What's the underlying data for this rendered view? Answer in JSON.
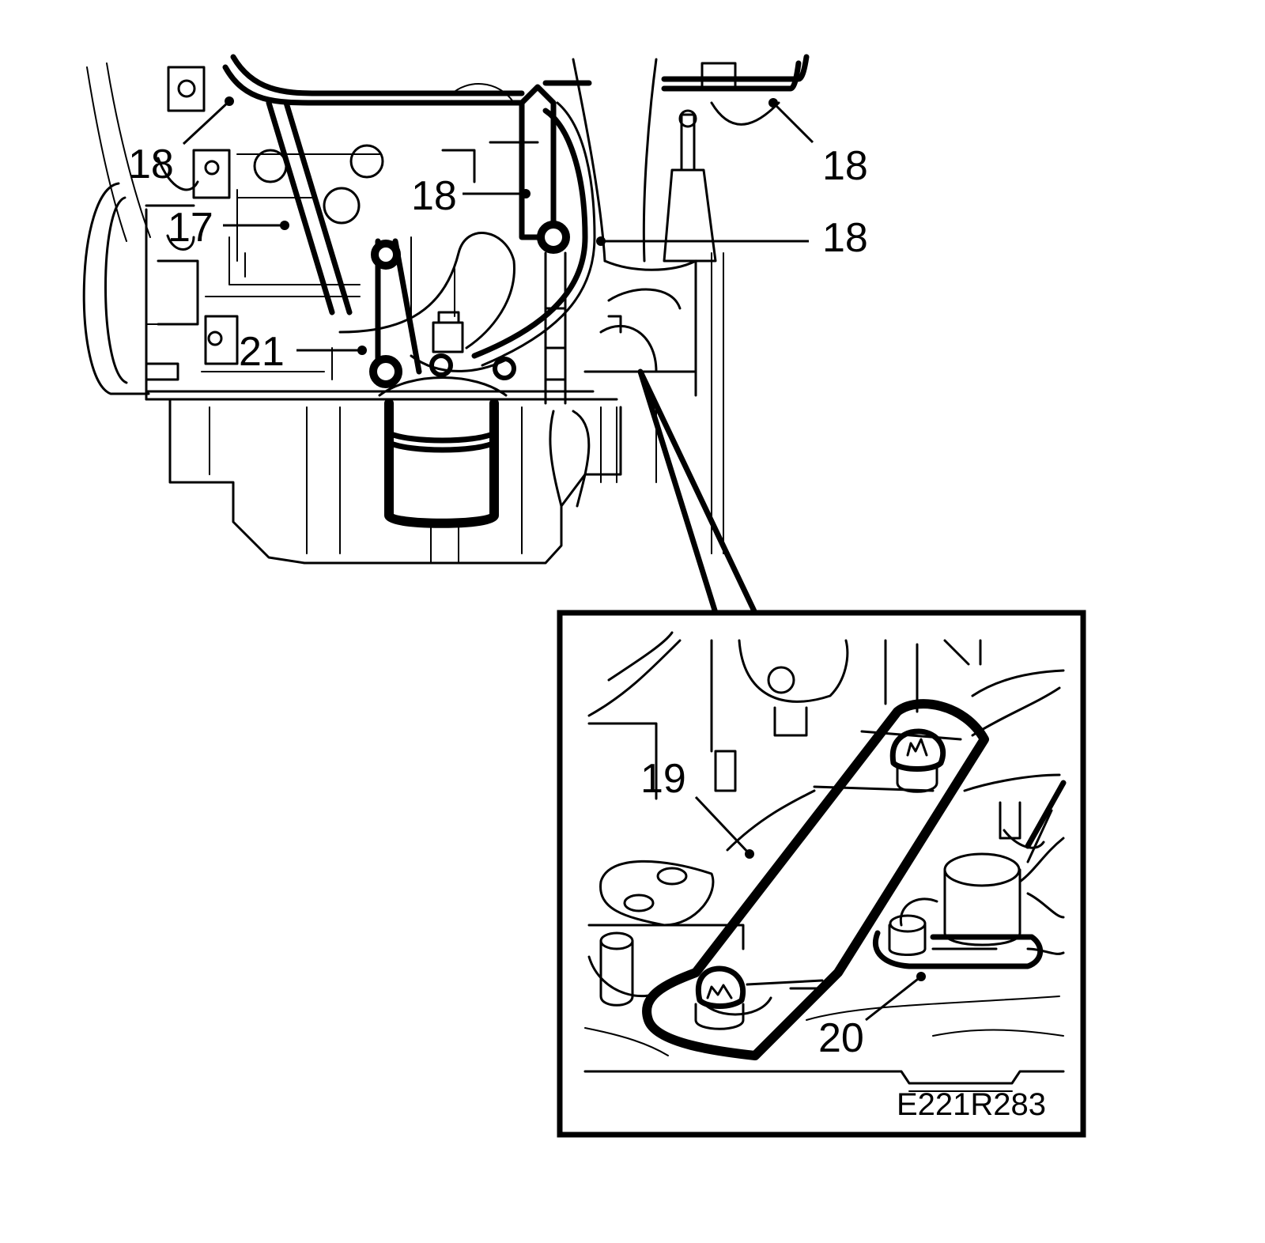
{
  "figure": {
    "reference_code": "E221R283",
    "callouts": {
      "c17": "17",
      "c18_top_left": "18",
      "c18_center": "18",
      "c18_top_right": "18",
      "c18_right": "18",
      "c19": "19",
      "c20": "20",
      "c21": "21"
    }
  }
}
